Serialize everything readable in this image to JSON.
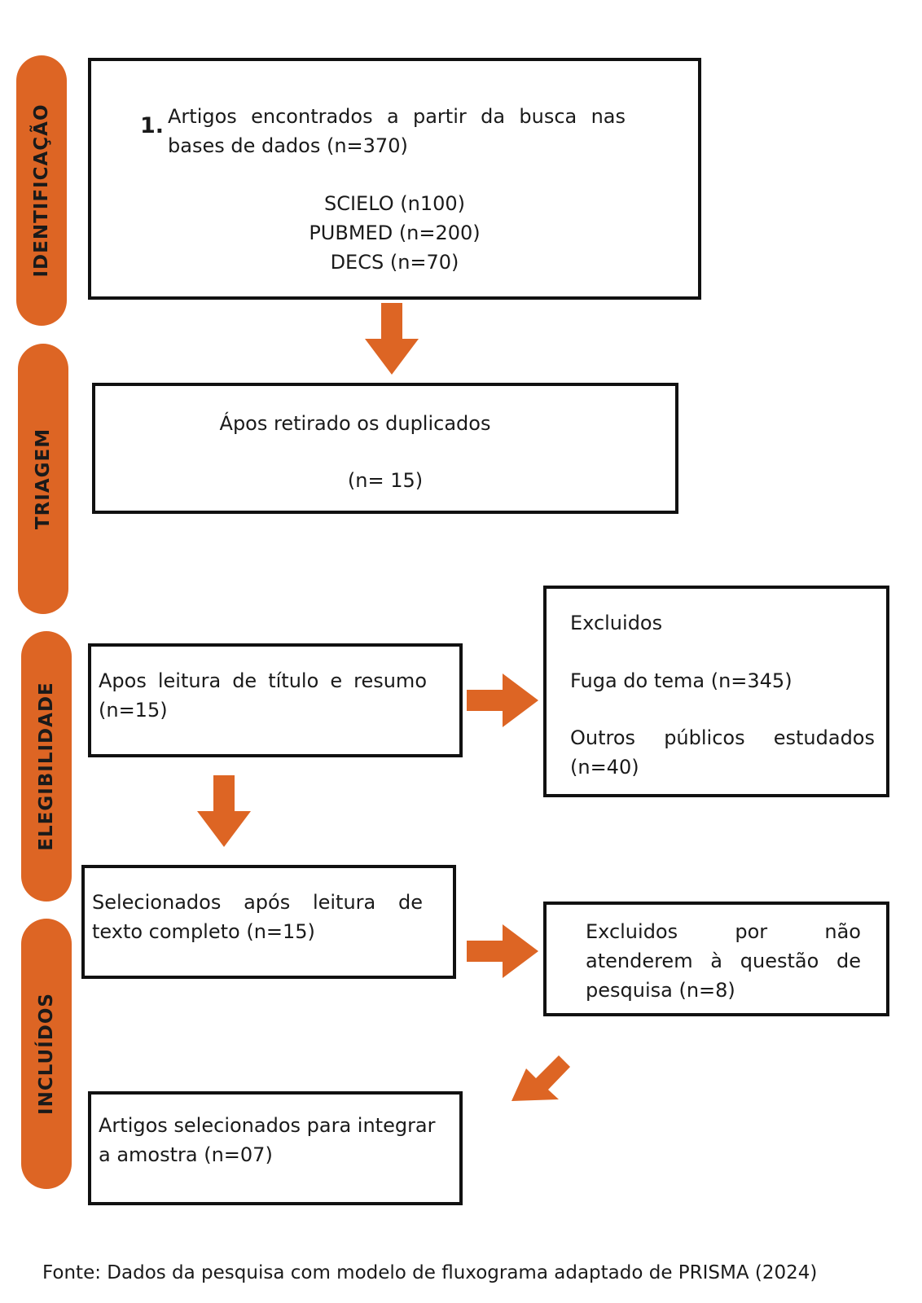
{
  "phases": {
    "identificacao": "IDENTIFICAÇÃO",
    "triagem": "TRIAGEM",
    "elegibilidade": "ELEGIBILIDADE",
    "incluidos": "INCLUÍDOS"
  },
  "boxes": {
    "identification": {
      "number": "1.",
      "text": "Artigos encontrados a partir da busca nas bases de dados (n=370)",
      "sources": [
        "SCIELO (n100)",
        "PUBMED (n=200)",
        "DECS (n=70)"
      ]
    },
    "screening": {
      "line1": "Ápos retirado os duplicados",
      "line2": "(n= 15)"
    },
    "eligibility": {
      "text": "Apos leitura de título e resumo (n=15)"
    },
    "excluded1": {
      "title": "Excluidos",
      "reason1": "Fuga do tema (n=345)",
      "reason2": "Outros públicos estudados (n=40)"
    },
    "fulltext": {
      "text": "Selecionados após leitura de texto completo (n=15)"
    },
    "excluded2": {
      "text": "Excluidos por não atenderem à questão de pesquisa (n=8)"
    },
    "included": {
      "text": "Artigos selecionados para integrar a amostra (n=07)"
    }
  },
  "colors": {
    "accent": "#dd6524",
    "border": "#111111"
  },
  "caption": "Fonte: Dados da pesquisa com modelo de fluxograma adaptado de PRISMA (2024)"
}
